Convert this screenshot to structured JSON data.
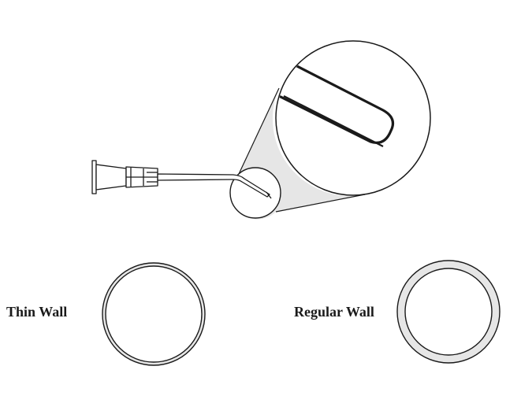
{
  "diagram": {
    "labels": {
      "thin_wall": "Thin Wall",
      "regular_wall": "Regular Wall"
    },
    "colors": {
      "stroke": "#1a1a1a",
      "wall_fill": "#e6e6e6",
      "magnifier_cone": "#e6e6e6",
      "background": "#ffffff"
    },
    "wall_thickness": {
      "thin_wall": "thin",
      "regular_wall": "regular"
    }
  }
}
